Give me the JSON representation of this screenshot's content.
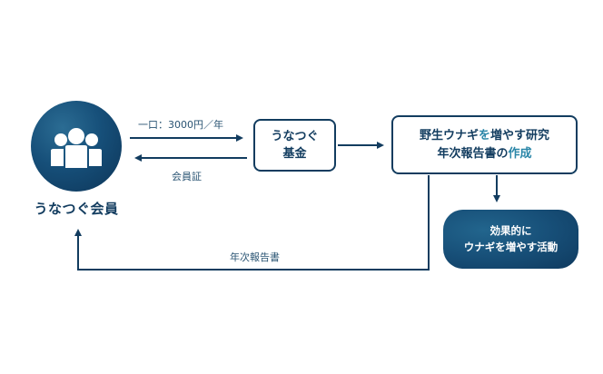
{
  "member": {
    "label": "うなつぐ会員",
    "icon": "people-group-icon"
  },
  "fund": {
    "line1": "うなつぐ",
    "line2": "基金"
  },
  "report": {
    "line1_part1": "野生ウナギ",
    "line1_part2": "を",
    "line1_part3": "増やす研究",
    "line2_part1": "年次報告書の",
    "line2_part2": "作成"
  },
  "effect": {
    "line1": "効果的に",
    "line2": "ウナギを増やす活動"
  },
  "flows": {
    "fee": "一口：3000円／年",
    "certificate": "会員証",
    "annual_report": "年次報告書"
  },
  "colors": {
    "navy": "#123c5f",
    "accent": "#2a86a8"
  }
}
